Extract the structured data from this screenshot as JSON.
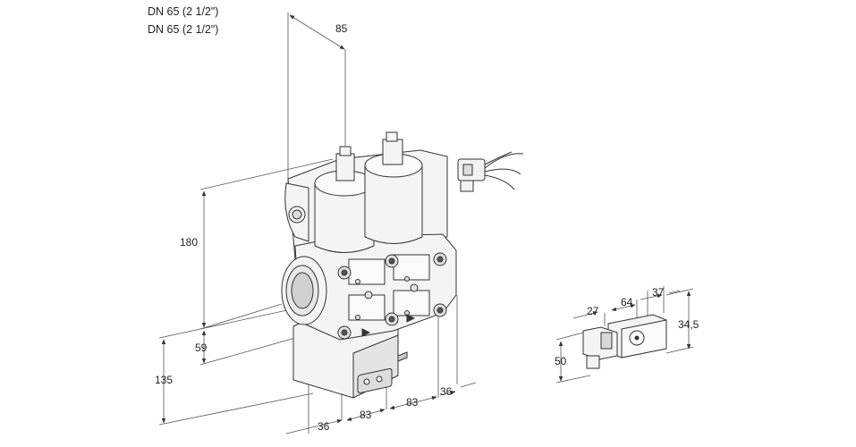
{
  "header": {
    "line1": "DN 65 (2 1/2\")",
    "line2": "DN 65 (2 1/2\")"
  },
  "dimensions": {
    "d85": "85",
    "d180": "180",
    "d59": "59",
    "d135": "135",
    "d36_bottom": "36",
    "d83_left": "83",
    "d83_right": "83",
    "d36_right": "36",
    "d27": "27",
    "d64": "64",
    "d37": "37",
    "d34_5": "34,5",
    "d50": "50"
  },
  "colors": {
    "line": "#333333",
    "fill_light": "#f4f4f4",
    "fill_dark": "#b8b8b8"
  }
}
